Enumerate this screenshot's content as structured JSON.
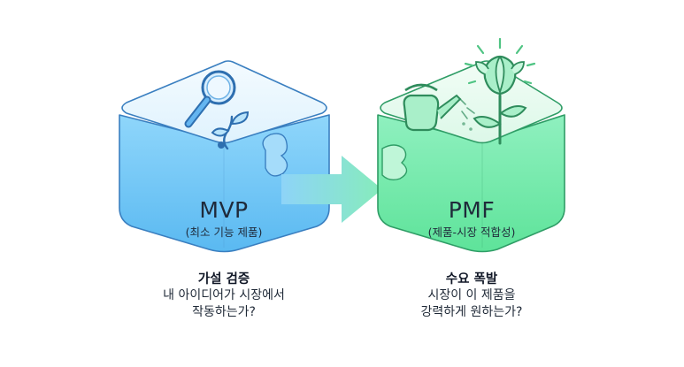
{
  "mvp": {
    "title": "MVP",
    "subtitle": "(최소 기능 제품)",
    "caption_title": "가설 검증",
    "caption_lines": [
      "내 아이디어가 시장에서",
      "작동하는가?"
    ],
    "color": "#6cc6f6",
    "outline": "#3b82c4",
    "icons": [
      "magnifier-icon",
      "sprout-icon"
    ]
  },
  "pmf": {
    "title": "PMF",
    "subtitle": "(제품-시장 적합성)",
    "caption_title": "수요 폭발",
    "caption_lines": [
      "시장이 이 제품을",
      "강력하게 원하는가?"
    ],
    "color": "#6ee6a6",
    "outline": "#2f9d66",
    "icons": [
      "watering-can-icon",
      "flower-icon"
    ]
  },
  "arrow": {
    "from": "mvp",
    "to": "pmf",
    "icon": "arrow-right-icon"
  }
}
